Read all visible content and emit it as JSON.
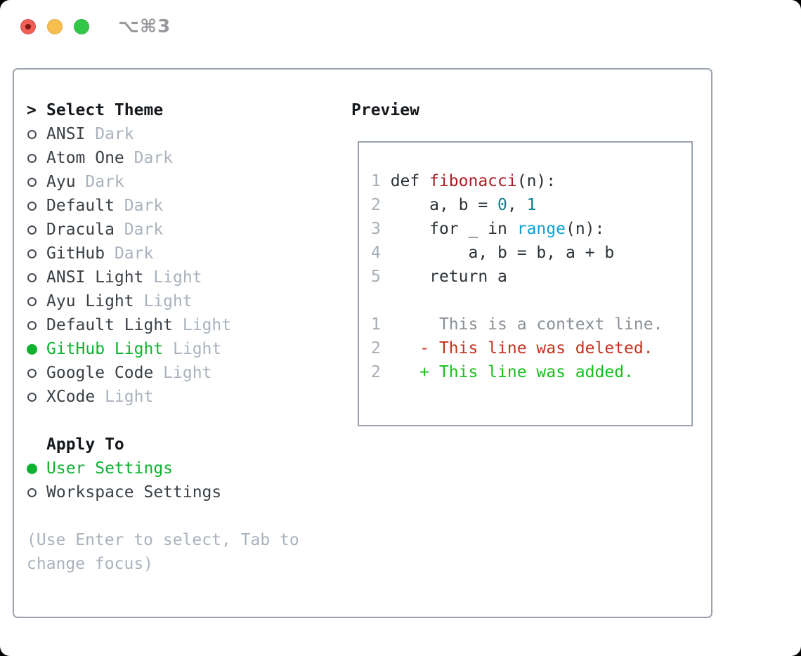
{
  "window": {
    "title": "⌥⌘3",
    "traffic_lights": [
      "close",
      "minimize",
      "zoom"
    ]
  },
  "theme_panel": {
    "header": {
      "prompt": ">",
      "label": "Select Theme"
    },
    "themes": [
      {
        "name": "ANSI",
        "variant": "Dark",
        "selected": false
      },
      {
        "name": "Atom One",
        "variant": "Dark",
        "selected": false
      },
      {
        "name": "Ayu",
        "variant": "Dark",
        "selected": false
      },
      {
        "name": "Default",
        "variant": "Dark",
        "selected": false
      },
      {
        "name": "Dracula",
        "variant": "Dark",
        "selected": false
      },
      {
        "name": "GitHub",
        "variant": "Dark",
        "selected": false
      },
      {
        "name": "ANSI Light",
        "variant": "Light",
        "selected": false
      },
      {
        "name": "Ayu Light",
        "variant": "Light",
        "selected": false
      },
      {
        "name": "Default Light",
        "variant": "Light",
        "selected": false
      },
      {
        "name": "GitHub Light",
        "variant": "Light",
        "selected": true
      },
      {
        "name": "Google Code",
        "variant": "Light",
        "selected": false
      },
      {
        "name": "XCode",
        "variant": "Light",
        "selected": false
      }
    ],
    "apply_to": {
      "label": "Apply To",
      "options": [
        {
          "name": "User Settings",
          "selected": true
        },
        {
          "name": "Workspace Settings",
          "selected": false
        }
      ]
    },
    "hint": "(Use Enter to select, Tab to change focus)"
  },
  "preview": {
    "label": "Preview",
    "code_lines": [
      [
        {
          "t": "1 ",
          "c": "ln"
        },
        {
          "t": "def ",
          "c": "code"
        },
        {
          "t": "fibonacci",
          "c": "fn"
        },
        {
          "t": "(n):",
          "c": "code"
        }
      ],
      [
        {
          "t": "2 ",
          "c": "ln"
        },
        {
          "t": "    a, b = ",
          "c": "code"
        },
        {
          "t": "0",
          "c": "num"
        },
        {
          "t": ", ",
          "c": "code"
        },
        {
          "t": "1",
          "c": "num"
        }
      ],
      [
        {
          "t": "3 ",
          "c": "ln"
        },
        {
          "t": "    for _ in ",
          "c": "code"
        },
        {
          "t": "range",
          "c": "call"
        },
        {
          "t": "(n):",
          "c": "code"
        }
      ],
      [
        {
          "t": "4 ",
          "c": "ln"
        },
        {
          "t": "        a, b = b, a + b",
          "c": "code"
        }
      ],
      [
        {
          "t": "5 ",
          "c": "ln"
        },
        {
          "t": "    return a",
          "c": "code"
        }
      ]
    ],
    "diff_lines": [
      [
        {
          "t": "1",
          "c": "ln"
        },
        {
          "t": "      This is a context line.",
          "c": "ctx"
        }
      ],
      [
        {
          "t": "2",
          "c": "ln"
        },
        {
          "t": "    ",
          "c": "code"
        },
        {
          "t": "- This line was deleted.",
          "c": "del"
        }
      ],
      [
        {
          "t": "2",
          "c": "ln"
        },
        {
          "t": "    ",
          "c": "code"
        },
        {
          "t": "+ This line was added.",
          "c": "add"
        }
      ]
    ]
  },
  "colors": {
    "accent_green": "#0eb22f",
    "added_green": "#16c11c",
    "deleted_red": "#c5321c",
    "function_red": "#a81e25",
    "number_teal": "#0e7e8a",
    "call_blue": "#0d9fd6",
    "muted_gray": "#a9b2bd",
    "line_number_gray": "#a3adb8",
    "context_gray": "#8b9197",
    "ink_dark": "#2b3136",
    "name_dark": "#3a4046",
    "header_black": "#15181c",
    "border_gray": "#9ba3ae",
    "titlebar_title_gray": "#97999d",
    "traffic_red": "#f05f56",
    "traffic_red_dot": "#7e1a14",
    "traffic_yellow": "#f6bd4f",
    "traffic_green": "#33c748"
  }
}
